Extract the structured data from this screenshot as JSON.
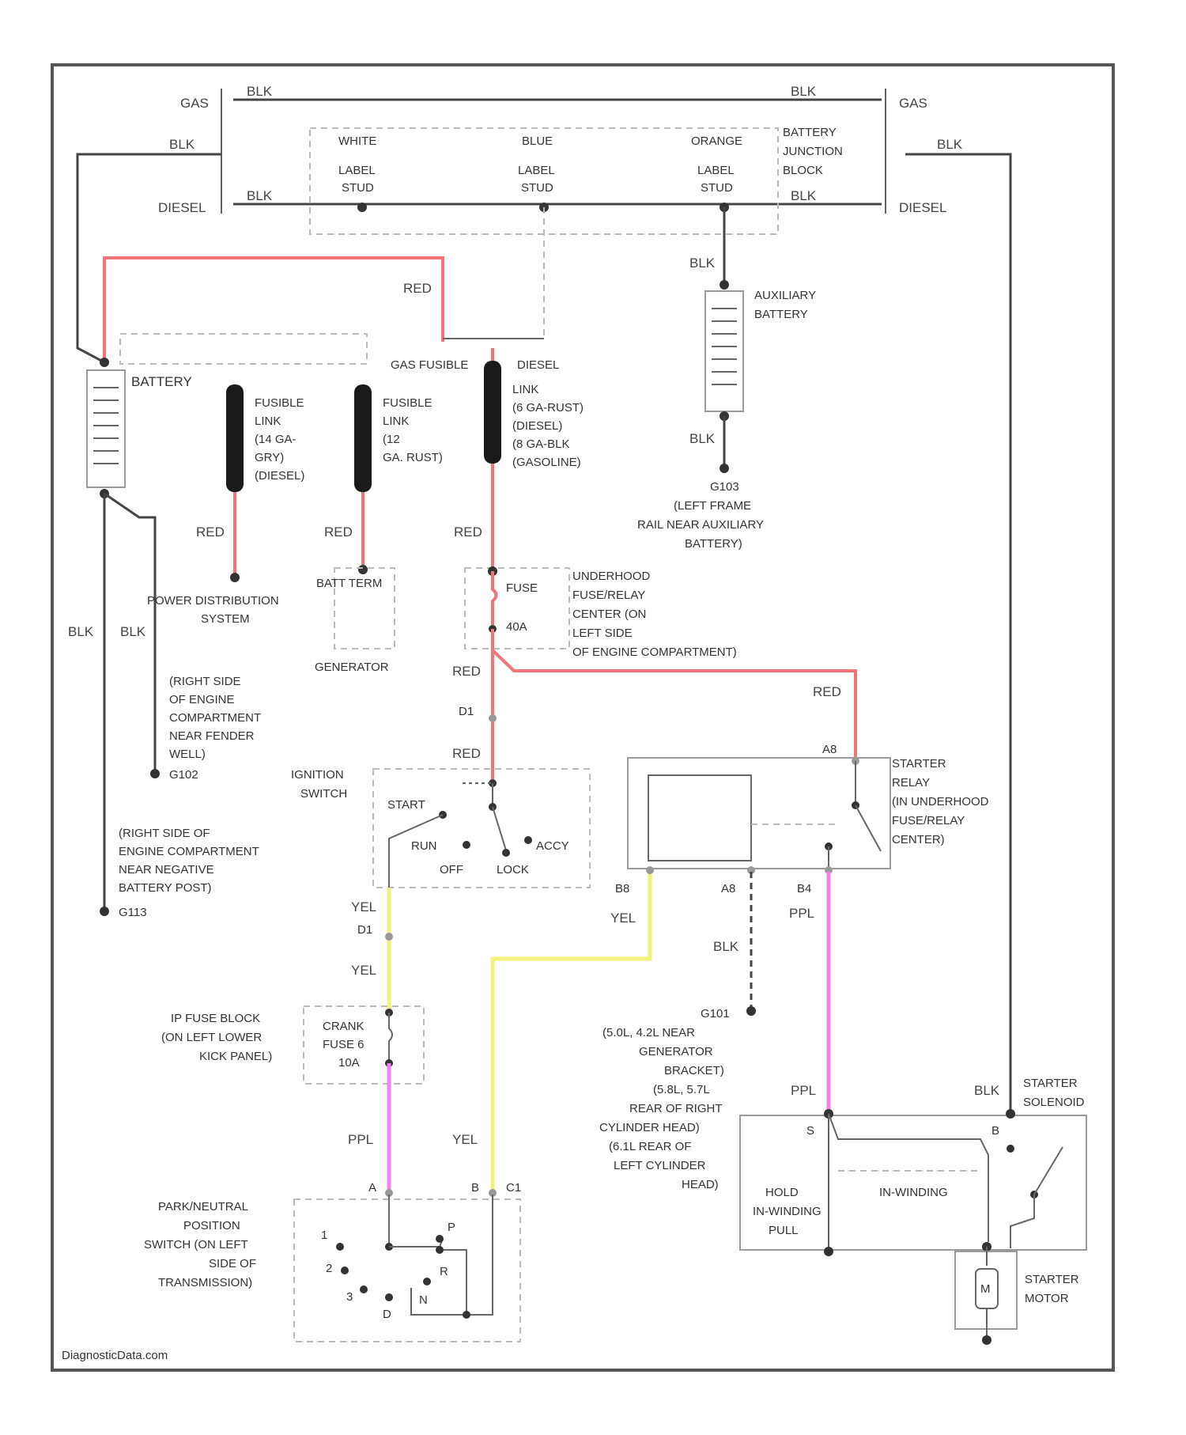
{
  "colors": {
    "red_wire": "#f27478",
    "yellow_wire": "#f2f27a",
    "purple_wire": "#ee82ee",
    "black_wire": "#444444",
    "frame": "#555555"
  },
  "wire_labels": {
    "blk": "BLK",
    "red": "RED",
    "yel": "YEL",
    "ppl": "PPL",
    "gas": "GAS",
    "diesel": "DIESEL"
  },
  "junction_block": {
    "studs": [
      {
        "color": "WHITE",
        "line1": "LABEL",
        "line2": "STUD"
      },
      {
        "color": "BLUE",
        "line1": "LABEL",
        "line2": "STUD"
      },
      {
        "color": "ORANGE",
        "line1": "LABEL",
        "line2": "STUD"
      }
    ],
    "name": [
      "BATTERY",
      "JUNCTION",
      "BLOCK"
    ]
  },
  "battery": {
    "label": "BATTERY"
  },
  "auxiliary_battery": {
    "label": [
      "AUXILIARY",
      "BATTERY"
    ]
  },
  "ground_g103": {
    "label": [
      "G103",
      "(LEFT FRAME",
      "RAIL NEAR AUXILIARY",
      "BATTERY)"
    ]
  },
  "fusible_links": [
    {
      "label": [
        "FUSIBLE",
        "LINK",
        "(14 GA-",
        "GRY)",
        "(DIESEL)"
      ]
    },
    {
      "label": [
        "FUSIBLE",
        "LINK",
        "(12",
        "GA. RUST)"
      ]
    },
    {
      "header": "GAS FUSIBLE",
      "header2": "DIESEL",
      "label": [
        "LINK",
        "(6 GA-RUST)",
        "(DIESEL)",
        "(8 GA-BLK",
        "(GASOLINE)"
      ]
    }
  ],
  "power_distribution": {
    "label": [
      "POWER DISTRIBUTION",
      "SYSTEM"
    ]
  },
  "generator": {
    "terminal": "BATT TERM",
    "label": "GENERATOR"
  },
  "underhood_fuse": {
    "fuse_label": "FUSE",
    "amps": "40A",
    "label": [
      "UNDERHOOD",
      "FUSE/RELAY",
      "CENTER (ON",
      "LEFT SIDE",
      "OF ENGINE COMPARTMENT)"
    ]
  },
  "ground_g102": {
    "label": [
      "(RIGHT SIDE",
      "OF ENGINE",
      "COMPARTMENT",
      "NEAR FENDER",
      "WELL)",
      "G102"
    ]
  },
  "ground_g113": {
    "label": [
      "(RIGHT SIDE OF",
      "ENGINE COMPARTMENT",
      "NEAR NEGATIVE",
      "BATTERY POST)",
      "G113"
    ]
  },
  "ignition_switch": {
    "label": [
      "IGNITION",
      "SWITCH"
    ],
    "start": "START",
    "run": "RUN",
    "off": "OFF",
    "lock": "LOCK",
    "accy": "ACCY",
    "connector_top": "D1",
    "connector_bottom": "D1"
  },
  "starter_relay": {
    "label": [
      "STARTER",
      "RELAY",
      "(IN UNDERHOOD",
      "FUSE/RELAY",
      "CENTER)"
    ],
    "pins": {
      "top": "A8",
      "b8": "B8",
      "a8": "A8",
      "b4": "B4"
    }
  },
  "ground_g101": {
    "label": [
      "G101",
      "(5.0L, 4.2L NEAR",
      "GENERATOR",
      "BRACKET)",
      "(5.8L, 5.7L",
      "REAR OF RIGHT",
      "CYLINDER HEAD)",
      "(6.1L REAR OF",
      "LEFT CYLINDER",
      "HEAD)"
    ]
  },
  "ip_fuse_block": {
    "label": [
      "IP FUSE BLOCK",
      "(ON LEFT LOWER",
      "KICK PANEL)"
    ],
    "fuse": [
      "CRANK",
      "FUSE 6",
      "10A"
    ]
  },
  "park_neutral_switch": {
    "label": [
      "PARK/NEUTRAL",
      "POSITION",
      "SWITCH (ON LEFT",
      "SIDE OF",
      "TRANSMISSION)"
    ],
    "pins": {
      "a": "A",
      "b": "B",
      "c1": "C1"
    },
    "positions": [
      "1",
      "2",
      "3",
      "D",
      "N",
      "R",
      "P"
    ]
  },
  "starter_solenoid": {
    "label": [
      "STARTER",
      "SOLENOID"
    ],
    "pin_s": "S",
    "pin_b": "B",
    "hold": [
      "HOLD",
      "IN-WINDING",
      "PULL"
    ],
    "winding": "IN-WINDING"
  },
  "starter_motor": {
    "symbol": "M",
    "label": [
      "STARTER",
      "MOTOR"
    ]
  },
  "watermark": "DiagnosticData.com"
}
